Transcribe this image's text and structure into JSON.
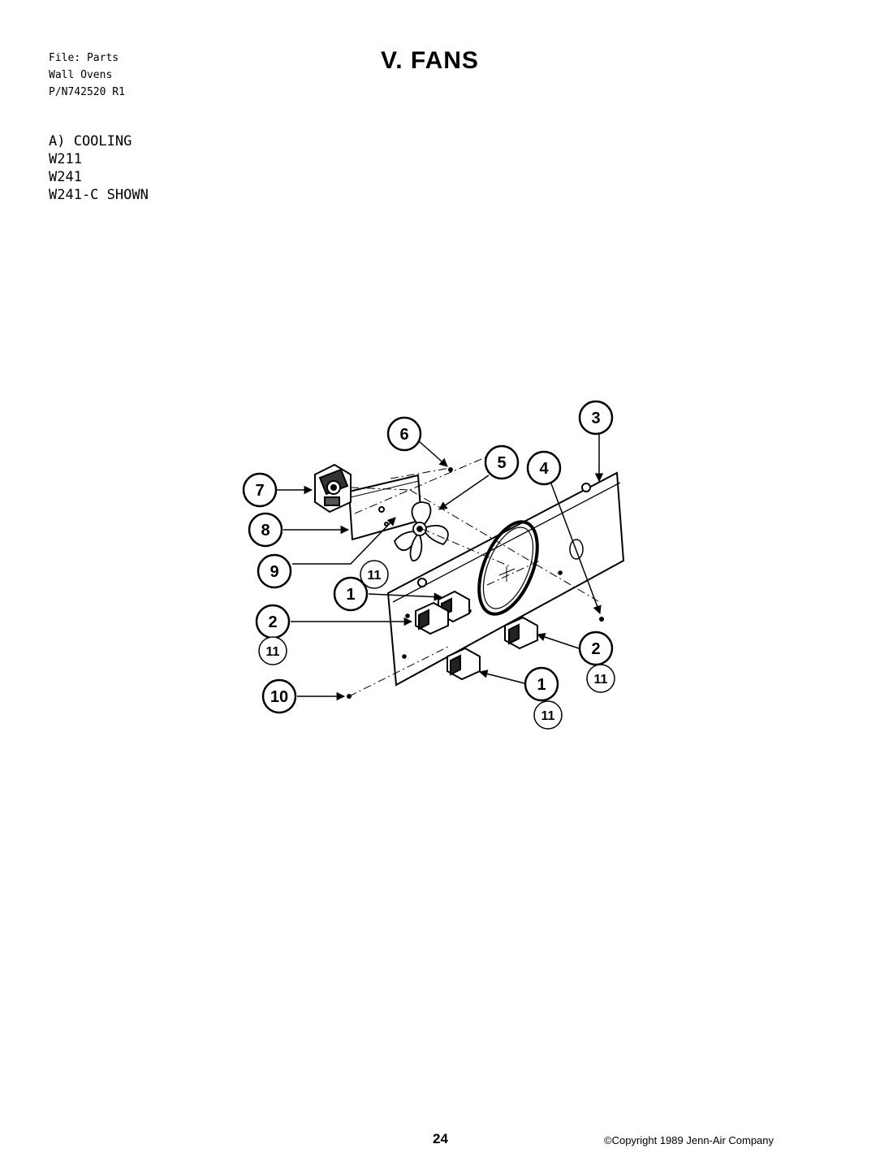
{
  "header": {
    "file_lines": [
      "File: Parts",
      "Wall Ovens",
      "P/N742520 R1"
    ],
    "title": "V. FANS"
  },
  "section": {
    "lines": [
      "A) COOLING",
      "W211",
      "W241",
      "W241-C SHOWN"
    ]
  },
  "callouts": [
    "1",
    "2",
    "3",
    "4",
    "5",
    "6",
    "7",
    "8",
    "9",
    "10",
    "11"
  ],
  "footer": {
    "page_number": "24",
    "copyright": "©Copyright 1989 Jenn-Air Company"
  }
}
